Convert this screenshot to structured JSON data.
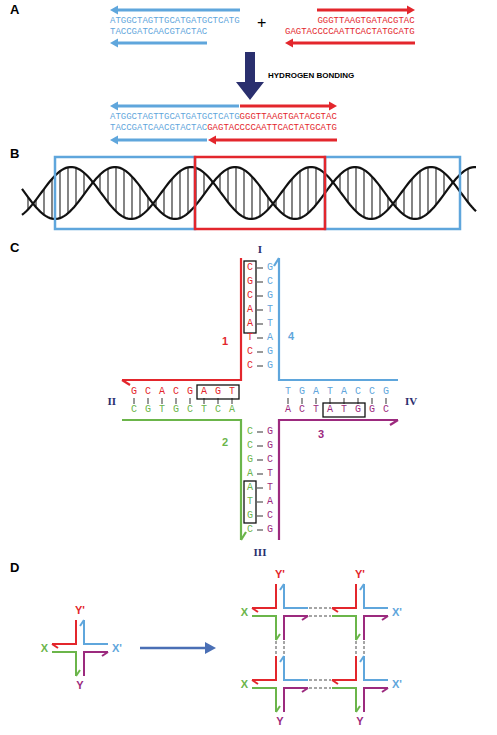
{
  "diagram": {
    "labels": [
      "A",
      "ATGGCTAGTTGCATGATGCTCATG",
      "TACCGATCAACGTACTAC",
      "+",
      "GGGTTAAGTGATACGTAC",
      "GAGTACCCCAATTCACTATGCATG",
      "HYDROGEN BONDING",
      "ATGGCTAGTTGCATGATGCTCATG",
      "GGGTTAAGTGATACGTAC",
      "TACCGATCAACGTACTAC",
      "GAGTACCCCAATTCACTATGCATG",
      "B",
      "C",
      "I",
      "CGCAATCC",
      "GCGTTAGG",
      "1",
      "4",
      "II",
      "G C A C G A G T",
      "C G T G C T C A",
      "T G A T A C C G",
      "A C T A T G G C",
      "IV",
      "2",
      "3",
      "CCGAATGC",
      "GGCTTACG",
      "III",
      "D",
      "Y'",
      "X",
      "X'",
      "Y",
      "Y'",
      "Y'",
      "X'",
      "X'",
      "X",
      "X",
      "Y",
      "Y"
    ]
  }
}
